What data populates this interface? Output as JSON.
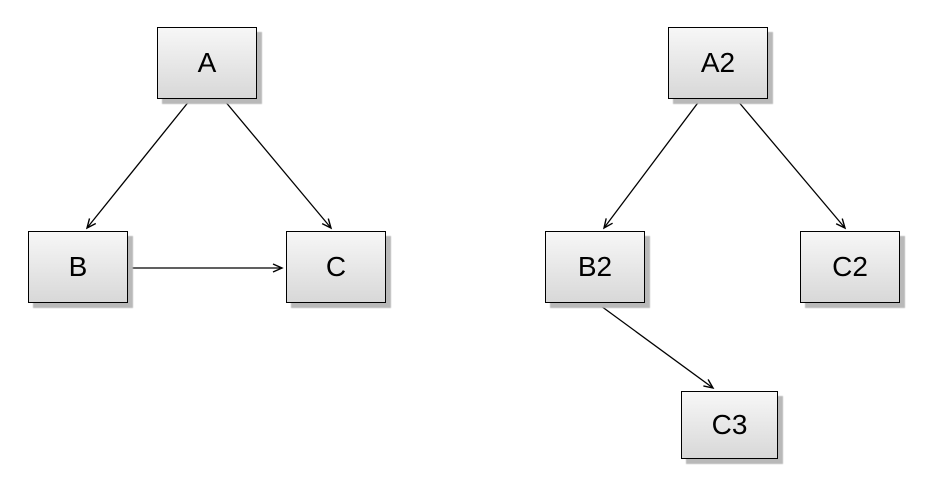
{
  "left_diagram": {
    "nodes": {
      "a": {
        "label": "A"
      },
      "b": {
        "label": "B"
      },
      "c": {
        "label": "C"
      }
    },
    "edges": [
      {
        "from": "A",
        "to": "B"
      },
      {
        "from": "A",
        "to": "C"
      },
      {
        "from": "B",
        "to": "C"
      }
    ]
  },
  "right_diagram": {
    "nodes": {
      "a2": {
        "label": "A2"
      },
      "b2": {
        "label": "B2"
      },
      "c2": {
        "label": "C2"
      },
      "c3": {
        "label": "C3"
      }
    },
    "edges": [
      {
        "from": "A2",
        "to": "B2"
      },
      {
        "from": "A2",
        "to": "C2"
      },
      {
        "from": "B2",
        "to": "C3"
      }
    ]
  },
  "style": {
    "background": "#ffffff",
    "node_border": "#000000",
    "node_fill_top": "#f7f7f7",
    "node_fill_bottom": "#d8d8d8",
    "node_text_color": "#000000",
    "shadow_color": "#b9b9b9",
    "edge_color": "#000000"
  }
}
